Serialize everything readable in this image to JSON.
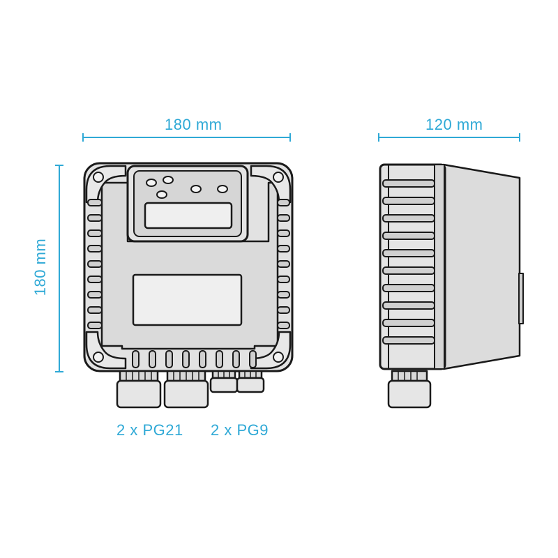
{
  "colors": {
    "dimension": "#2fa9d6",
    "outline": "#1a1a1a",
    "body": "#e6e6e6",
    "face": "#dcdcdc",
    "window": "#eeeeee"
  },
  "dimensions": {
    "front_width": "180 mm",
    "front_height": "180 mm",
    "side_depth": "120 mm"
  },
  "cable_glands": {
    "large": "2 x PG21",
    "small": "2 x PG9"
  }
}
